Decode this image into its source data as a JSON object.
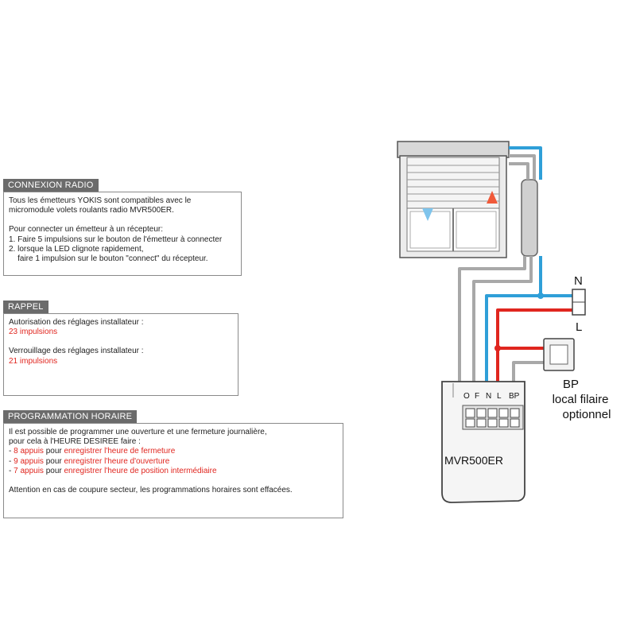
{
  "panels": {
    "radio": {
      "title": "CONNEXION RADIO",
      "line1": "Tous les émetteurs YOKIS sont compatibles avec le",
      "line2": "micromodule volets roulants radio MVR500ER.",
      "line3": "Pour connecter un émetteur à un récepteur:",
      "line4": "1. Faire 5 impulsions sur le bouton de l'émetteur à connecter",
      "line5": "2. lorsque la LED clignote rapidement,",
      "line6": "    faire 1 impulsion sur le bouton \"connect\" du récepteur."
    },
    "rappel": {
      "title": "RAPPEL",
      "line1": "Autorisation des réglages installateur :",
      "value1": "23 impulsions",
      "line2": "Verrouillage des réglages installateur :",
      "value2": "21 impulsions"
    },
    "prog": {
      "title": "PROGRAMMATION HORAIRE",
      "line1": "Il est possible de programmer une ouverture et une fermeture journalière,",
      "line2": "pour cela à l'HEURE DESIREE faire :",
      "items": [
        {
          "dash": "- ",
          "count": "8 appuis",
          "word": " pour ",
          "action": "enregistrer l'heure de fermeture"
        },
        {
          "dash": "- ",
          "count": "9 appuis",
          "word": " pour ",
          "action": "enregistrer l'heure d'ouverture"
        },
        {
          "dash": "- ",
          "count": "7 appuis",
          "word": " pour ",
          "action": "enregistrer l'heure de position intermédiaire"
        }
      ],
      "note": "Attention en cas de coupure secteur, les programmations horaires sont effacées."
    }
  },
  "diagram": {
    "terminal_n": "N",
    "terminal_l": "L",
    "bp_title": "BP",
    "bp_line1": "local filaire",
    "bp_line2": "optionnel",
    "module_label": "MVR500ER",
    "terminals": [
      "O",
      "F",
      "N",
      "L",
      "BP"
    ],
    "colors": {
      "blue": "#2f9fd8",
      "red": "#e0261f",
      "grey": "#a8a8a8",
      "dark": "#555555"
    }
  }
}
